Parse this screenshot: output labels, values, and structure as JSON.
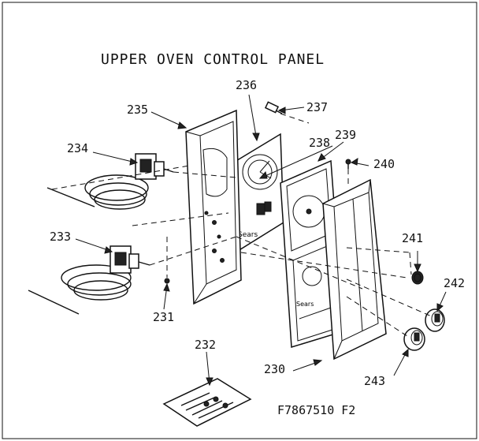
{
  "title": "UPPER OVEN CONTROL PANEL",
  "figure_code": "F7867510 F2",
  "parts": [
    {
      "id": "p230",
      "number": "230"
    },
    {
      "id": "p231",
      "number": "231"
    },
    {
      "id": "p232",
      "number": "232"
    },
    {
      "id": "p233",
      "number": "233"
    },
    {
      "id": "p234",
      "number": "234"
    },
    {
      "id": "p235",
      "number": "235"
    },
    {
      "id": "p236",
      "number": "236"
    },
    {
      "id": "p237",
      "number": "237"
    },
    {
      "id": "p238",
      "number": "238"
    },
    {
      "id": "p239",
      "number": "239"
    },
    {
      "id": "p240",
      "number": "240"
    },
    {
      "id": "p241",
      "number": "241"
    },
    {
      "id": "p242",
      "number": "242"
    },
    {
      "id": "p243",
      "number": "243"
    }
  ]
}
